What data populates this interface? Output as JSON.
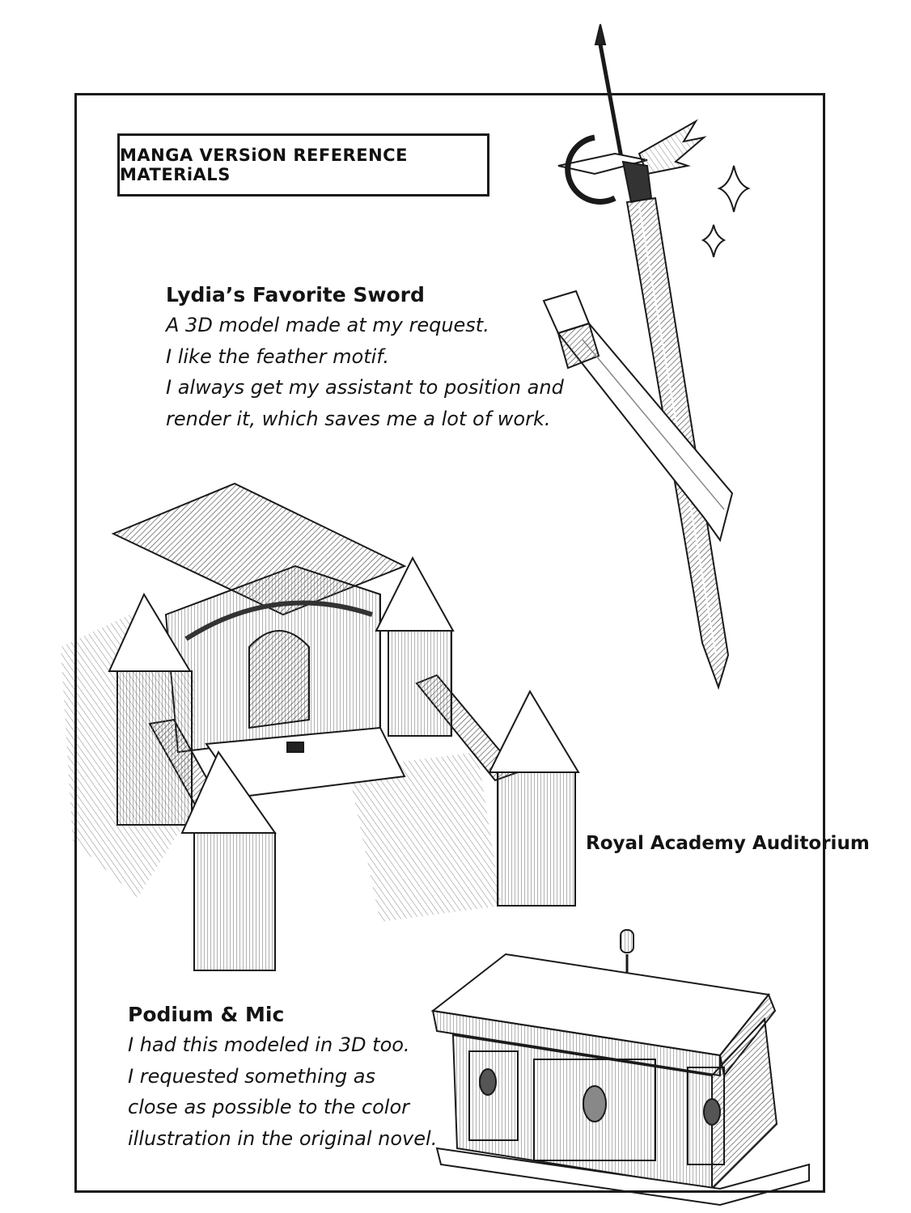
{
  "header": {
    "title": "MANGA VERSiON REFERENCE MATERiALS"
  },
  "sword_note": {
    "heading": "Lydia’s Favorite Sword",
    "lines": [
      "A 3D model made at my request.",
      "I like the feather motif.",
      "I always get my assistant to position and",
      "render it, which saves me a lot of work."
    ]
  },
  "auditorium": {
    "caption": "Royal Academy Auditorium"
  },
  "podium_note": {
    "heading": "Podium & Mic",
    "lines": [
      "I had this modeled in 3D too.",
      "I requested something as",
      "close as possible to the color",
      "illustration in the original novel."
    ]
  }
}
